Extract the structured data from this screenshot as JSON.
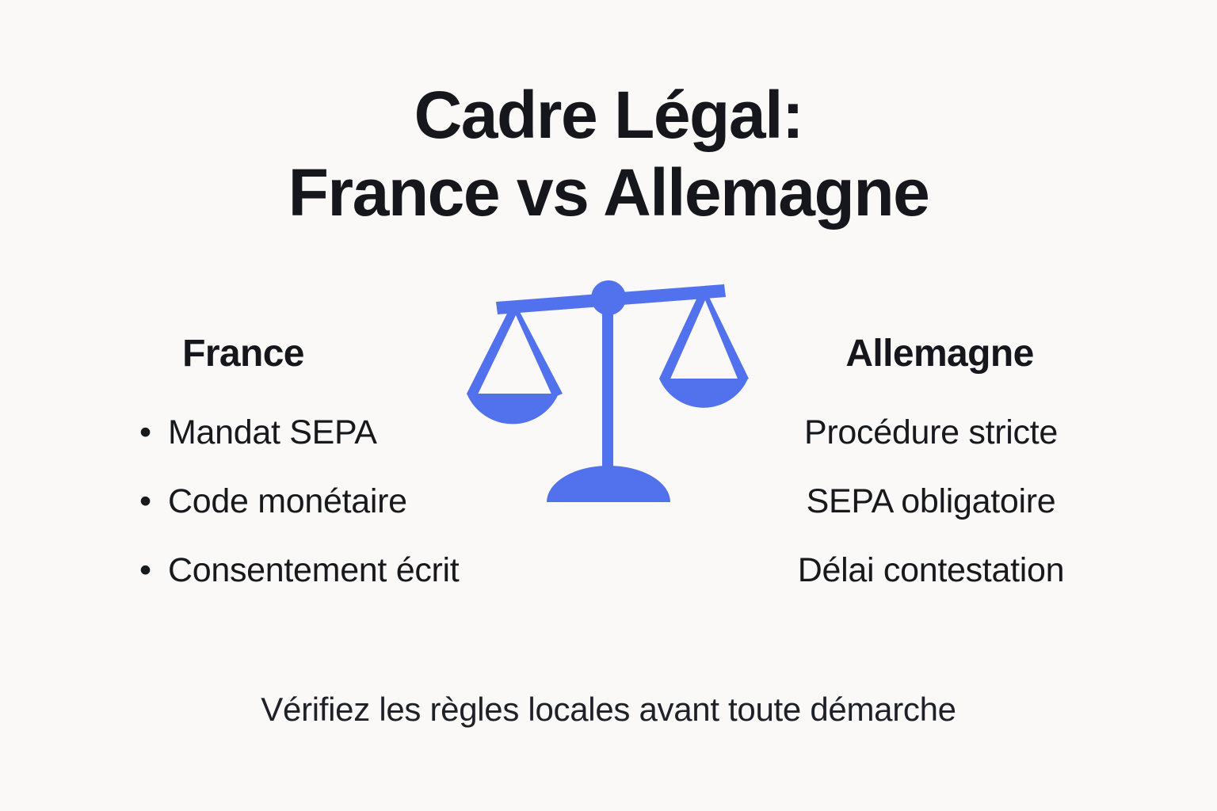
{
  "slide": {
    "background_color": "#FBF9F8",
    "accent_color": "#5271ED",
    "text_color": "#15171C",
    "title": {
      "line1": "Cadre Légal:",
      "line2": "France vs Allemagne"
    },
    "caption": "Vérifiez les règles locales avant toute démarche",
    "icon": {
      "name": "balance-scale-icon",
      "color": "#5271ED"
    },
    "columns": {
      "left": {
        "heading": "France",
        "bullet_glyph": "•",
        "items": [
          "Mandat SEPA",
          "Code monétaire",
          "Consentement écrit"
        ]
      },
      "right": {
        "heading": "Allemagne",
        "items": [
          "Procédure stricte",
          "SEPA obligatoire",
          "Délai contestation"
        ]
      }
    }
  }
}
